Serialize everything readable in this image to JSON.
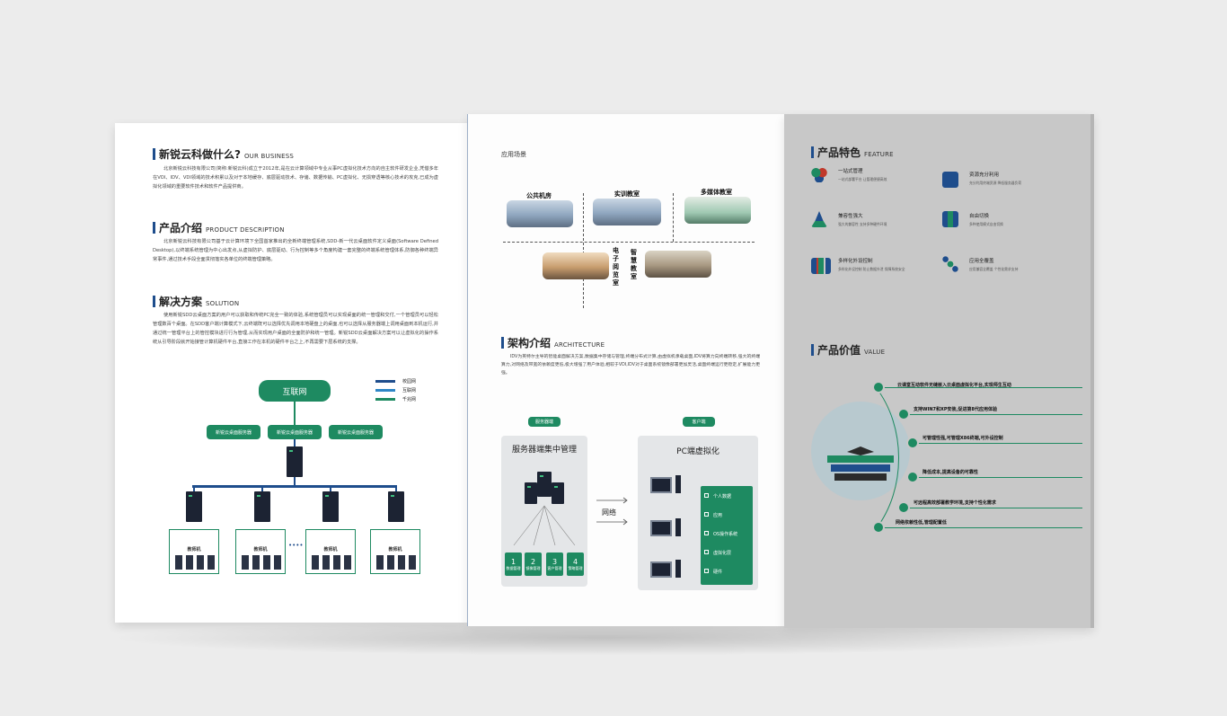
{
  "left": {
    "business": {
      "title_zh": "新锐云科做什么?",
      "title_en": "OUR BUSINESS",
      "text": "北京新锐云科技有限公司(简称:新锐云科)成立于2012年,是在云计算领域中专业从事PC虚拟化技术方向的自主软件研发企业,凭借多年在VOI、IDV、VDI领域的技术积累以及对于本地缓存、底层驱动技术、存储、数据传输、PC虚拟化、无损穿透等核心技术的攻克,已成为虚拟化领域的重要软件技术和软件产品提供商。"
    },
    "product": {
      "title_zh": "产品介绍",
      "title_en": "PRODUCT DESCRIPTION",
      "text": "北京新锐云科技有限公司基于云计算环境下全国首家推出的全新终端管理系统,SDD-新一代云桌面软件定义桌面(Software Defined Desktop),以终端系统管理为中心出发点,从虚拟防护、底层驱动、行为控制等多个角度构建一套完整的终端系统管理体系,防御各种终端异常事件,通过技术手段全面贯彻落实各单位的终端管理策略。"
    },
    "solution": {
      "title_zh": "解决方案",
      "title_en": "SOLUTION",
      "text": "使用新锐SDD云桌面方案的用户可以获取和传统PC完全一致的体验,系统管理员可以实现桌面的统一管理和交付,一个管理员可以轻松管理数百个桌面。在SDD客户端计算模式下,云终端既可以选择优先调用本地硬盘上的桌面,也可以选择从服务器端上调用桌面到本机运行,并通过统一管理平台上的管控模块进行行为管理,从而实现用户桌面的全面防护和统一管理。新锐SDD云桌面解决方案可以让虚拟化的操作系统从引导阶段就开始接管计算机硬件平台,直接工作在本机的硬件平台之上,不再需要下层系统的支撑。"
    },
    "diagram": {
      "internet": "互联网",
      "servers": [
        "新锐云桌面服务器",
        "新锐云桌面服务器",
        "新锐云桌面服务器"
      ],
      "legend": [
        "校园网",
        "互联网",
        "千兆网"
      ],
      "teacher": "教师机",
      "ellipsis": "••••"
    }
  },
  "middle": {
    "scenes_title": "应用场景",
    "scenes": [
      "公共机房",
      "实训教室",
      "多媒体教室"
    ],
    "vertical_scenes": [
      "电子阅览室",
      "智慧教室"
    ],
    "arch": {
      "title_zh": "架构介绍",
      "title_en": "ARCHITECTURE",
      "text": "IDV为英特尔主导的智能桌面解决方案,数据集中存储与管理,终端分布式计算,由虚拟机承载桌面,IDV将算力向终端转移,强大的终端算力,对网络及带宽的依赖度更低,极大增强了用户体验,相较于VDI,IDV对于桌面系统镜像部署更加灵活,桌面终端运行更稳定,扩展能力更强。"
    },
    "server_tag": "服务器端",
    "client_tag": "客户端",
    "server_title": "服务器端集中管理",
    "client_title": "PC端虚拟化",
    "network": "网络",
    "server_boxes": [
      {
        "n": "1",
        "t": "数据管理"
      },
      {
        "n": "2",
        "t": "镜像管理"
      },
      {
        "n": "3",
        "t": "客户管理"
      },
      {
        "n": "4",
        "t": "策略管理"
      }
    ],
    "client_items": [
      "个人数据",
      "应用",
      "OS操作系统",
      "虚拟化层",
      "硬件"
    ]
  },
  "right": {
    "feature": {
      "title_zh": "产品特色",
      "title_en": "FEATURE"
    },
    "features": [
      {
        "title": "一站式管理",
        "desc": "一站式部署平台 让管理便捷高效"
      },
      {
        "title": "资源充分利用",
        "desc": "充分利用终端资源 降低服务器负荷"
      },
      {
        "title": "兼容性强大",
        "desc": "强大的兼容性 支持多种硬件环境"
      },
      {
        "title": "自由切换",
        "desc": "多种使用模式自由切换"
      },
      {
        "title": "多样化外设控制",
        "desc": "多样化外设控制 防止数据外泄 保障系统安全"
      },
      {
        "title": "应用全覆盖",
        "desc": "应用兼容全覆盖 个性化需求支持"
      }
    ],
    "value": {
      "title_zh": "产品价值",
      "title_en": "VALUE"
    },
    "values": [
      "云课堂互动软件无缝嵌入云桌面虚拟化平台,实现师生互动",
      "支持WIN7和XP安装,促进第8代应用体验",
      "可管理性强,可管理X86终端,可外设控制",
      "降低成本,提高设备的可靠性",
      "可远程高效部署教学环境,支持个性化需求",
      "网络依赖性低,管理配置低"
    ],
    "colors": {
      "accent": "#1e8a61",
      "title_bar": "#1e4d8c"
    }
  }
}
